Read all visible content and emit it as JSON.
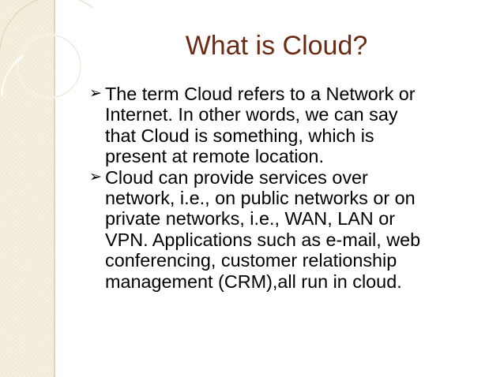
{
  "slide": {
    "title": "What is Cloud?",
    "bullets": [
      {
        "marker": "➢",
        "lines": [
          "The term Cloud refers to a Network or",
          "Internet. In other words, we can say",
          "that Cloud is something, which is",
          "present at remote location."
        ]
      },
      {
        "marker": "➢",
        "lines": [
          "Cloud can provide services over",
          "network, i.e., on public networks or on",
          "private networks, i.e., WAN, LAN or",
          "VPN. Applications such as e-mail, web",
          "conferencing, customer relationship",
          "management (CRM),all run in cloud."
        ]
      }
    ]
  },
  "colors": {
    "title": "#6b2b14",
    "body_text": "#000000",
    "side_strip": "#f6f0df"
  }
}
